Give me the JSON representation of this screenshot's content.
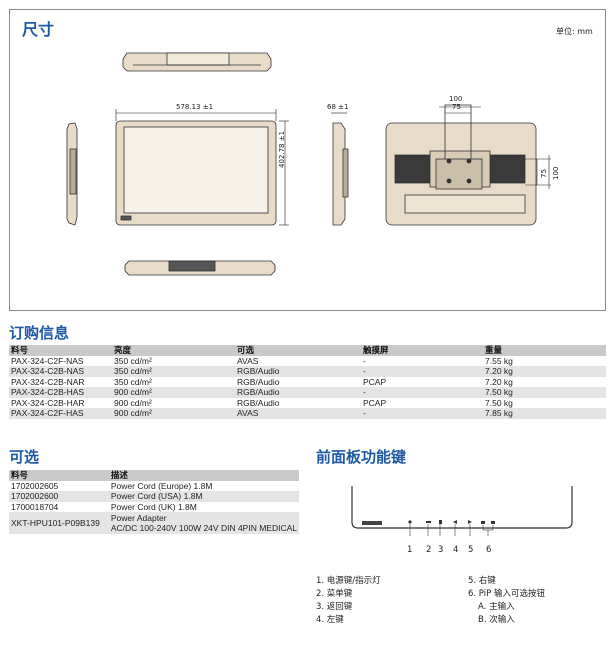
{
  "dimensions": {
    "title": "尺寸",
    "unit_label": "单位: mm",
    "width_label": "578.13 ±1",
    "height_label": "402.78 ±1",
    "depth_label": "68 ±1",
    "vesa_h_outer": "100",
    "vesa_h_inner": "75",
    "vesa_v_outer": "100",
    "vesa_v_inner": "75"
  },
  "ordering": {
    "title": "订购信息",
    "headers": [
      "料号",
      "亮度",
      "可选",
      "触摸屏",
      "重量"
    ],
    "rows": [
      [
        "PAX-324-C2F-NAS",
        "350 cd/m²",
        "AVAS",
        "-",
        "7.55 kg"
      ],
      [
        "PAX-324-C2B-NAS",
        "350 cd/m²",
        "RGB/Audio",
        "-",
        "7.20 kg"
      ],
      [
        "PAX-324-C2B-NAR",
        "350 cd/m²",
        "RGB/Audio",
        "PCAP",
        "7.20 kg"
      ],
      [
        "PAX-324-C2B-HAS",
        "900 cd/m²",
        "RGB/Audio",
        "-",
        "7.50 kg"
      ],
      [
        "PAX-324-C2B-HAR",
        "900 cd/m²",
        "RGB/Audio",
        "PCAP",
        "7.50 kg"
      ],
      [
        "PAX-324-C2F-HAS",
        "900 cd/m²",
        "AVAS",
        "-",
        "7.85 kg"
      ]
    ]
  },
  "options": {
    "title": "可选",
    "headers": [
      "料号",
      "描述"
    ],
    "rows": [
      [
        "1702002605",
        "Power Cord (Europe) 1.8M"
      ],
      [
        "1702002600",
        "Power Cord (USA) 1.8M"
      ],
      [
        "1700018704",
        "Power Cord (UK) 1.8M"
      ]
    ],
    "adapter_pn": "XKT-HPU101-P09B139",
    "adapter_desc_1": "Power Adapter",
    "adapter_desc_2": "AC/DC 100-240V 100W 24V DIN 4PIN MEDICAL"
  },
  "front_panel": {
    "title": "前面板功能键",
    "callouts": [
      "1",
      "2",
      "3",
      "4",
      "5",
      "6"
    ],
    "legend_left": [
      "1. 电源键/指示灯",
      "2. 菜单键",
      "3. 返回键",
      "4. 左键"
    ],
    "legend_right": [
      "5. 右键",
      "6. PiP 输入可选按钮",
      "A. 主输入",
      "B. 次输入"
    ]
  }
}
